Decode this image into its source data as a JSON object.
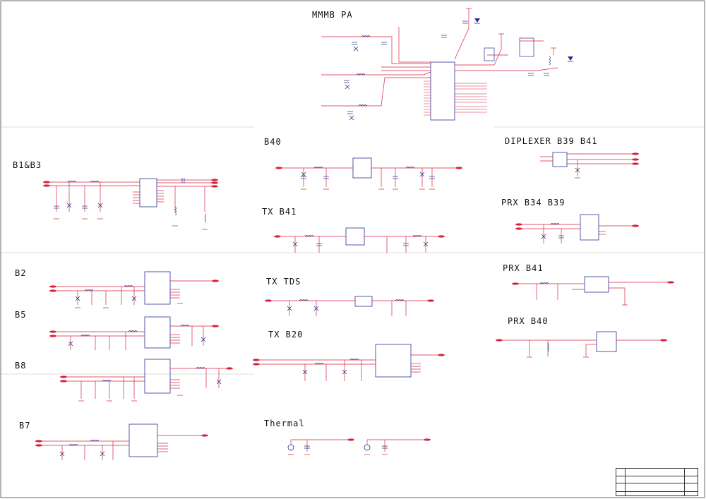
{
  "section_titles": {
    "mmmb_pa": "MMMB PA",
    "b1_b3": "B1&B3",
    "b40": "B40",
    "diplexer": "DIPLEXER B39 B41",
    "tx_b41": "TX B41",
    "prx_b34_b39": "PRX B34 B39",
    "b2": "B2",
    "tx_tds": "TX TDS",
    "prx_b41": "PRX B41",
    "b5": "B5",
    "tx_b20": "TX B20",
    "prx_b40": "PRX B40",
    "b8": "B8",
    "b7": "B7",
    "thermal": "Thermal"
  },
  "colors": {
    "wire": "#d6233f",
    "component": "#2a2f8f",
    "ground": "#c8283c",
    "text": "#1a1a1a"
  }
}
